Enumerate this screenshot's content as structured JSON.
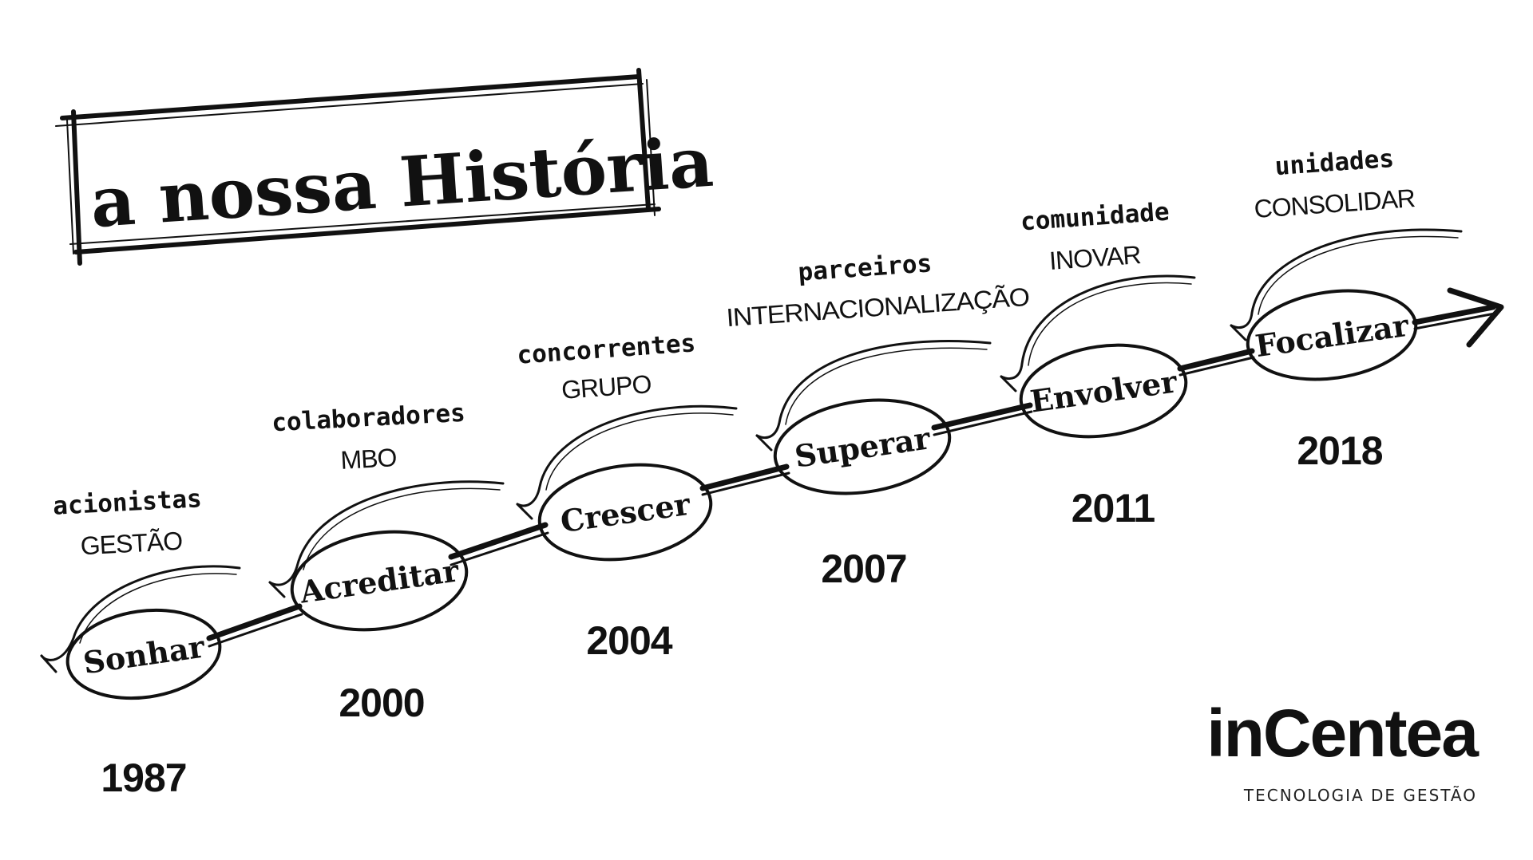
{
  "title": "a nossa História",
  "milestones": [
    {
      "label": "Sonhar",
      "year": "1987",
      "top": "acionistas",
      "bottom": "GESTÃO"
    },
    {
      "label": "Acreditar",
      "year": "2000",
      "top": "colaboradores",
      "bottom": "MBO"
    },
    {
      "label": "Crescer",
      "year": "2004",
      "top": "concorrentes",
      "bottom": "GRUPO"
    },
    {
      "label": "Superar",
      "year": "2007",
      "top": "parceiros",
      "bottom": "INTERNACIONALIZAÇÃO"
    },
    {
      "label": "Envolver",
      "year": "2011",
      "top": "comunidade",
      "bottom": "INOVAR"
    },
    {
      "label": "Focalizar",
      "year": "2018",
      "top": "unidades",
      "bottom": "CONSOLIDAR"
    }
  ],
  "logo": {
    "name": "inCentea",
    "tagline": "TECNOLOGIA DE GESTÃO"
  },
  "colors": {
    "ink": "#111111",
    "background": "#ffffff"
  }
}
